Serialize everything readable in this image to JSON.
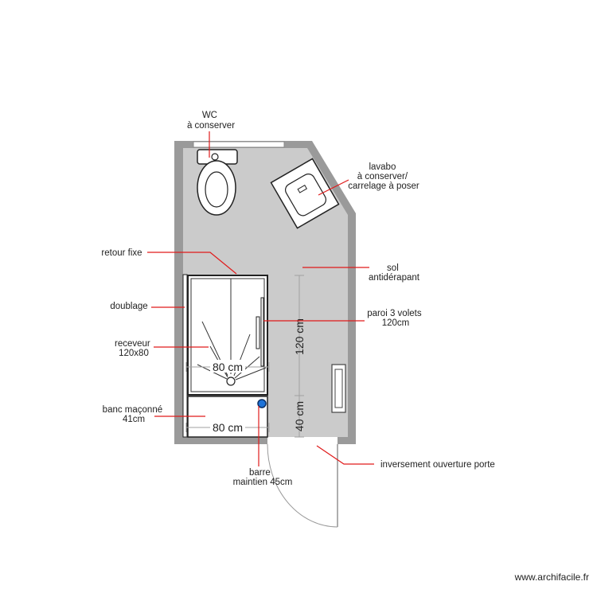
{
  "colors": {
    "wall": "#9a9a9a",
    "floor": "#cbcbcb",
    "leader": "#e01b1b",
    "dimension_line": "#a0a0a0",
    "grab_bar": "#1e73d8"
  },
  "labels": {
    "wc": {
      "line1": "WC",
      "line2": "à conserver"
    },
    "lavabo": {
      "line1": "lavabo",
      "line2": "à conserver/",
      "line3": "carrelage à poser"
    },
    "retour_fixe": "retour fixe",
    "sol": {
      "line1": "sol",
      "line2": "antidérapant"
    },
    "doublage": "doublage",
    "paroi": {
      "line1": "paroi 3 volets",
      "line2": "120cm"
    },
    "receveur": {
      "line1": "receveur",
      "line2": "120x80"
    },
    "banc": {
      "line1": "banc maçonné",
      "line2": "41cm"
    },
    "barre": {
      "line1": "barre",
      "line2": "maintien 45cm"
    },
    "porte": "inversement ouverture porte"
  },
  "dimensions": {
    "shower_width": "80 cm",
    "bench_width": "80 cm",
    "shower_length": "120 cm",
    "bench_length": "40 cm"
  },
  "footer": {
    "credit": "www.archifacile.fr"
  }
}
